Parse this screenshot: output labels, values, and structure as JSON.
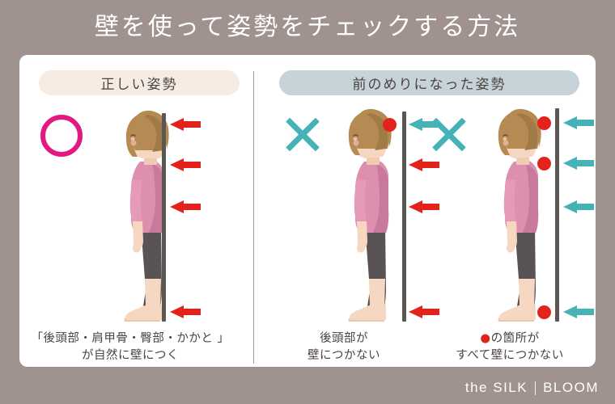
{
  "page": {
    "title": "壁を使って姿勢をチェックする方法",
    "background_color": "#a0928e",
    "card_color": "#ffffff"
  },
  "panels": {
    "left": {
      "header": "正しい姿勢",
      "header_color": "#f6ece3",
      "caption_line1": "「後頭部・肩甲骨・臀部・かかと 」",
      "caption_line2": "が自然に壁につく",
      "mark": "circle-ok",
      "mark_color": "#e2197f"
    },
    "right": {
      "header": "前のめりになった姿勢",
      "header_color": "#c6d3d9"
    }
  },
  "figures": [
    {
      "id": "figure-correct",
      "mark": "circle-ok",
      "arrow_color": "#e3221c",
      "arrow_count": 4,
      "dots": 0,
      "caption_line1": "「後頭部・肩甲骨・臀部・かかと 」",
      "caption_line2": "が自然に壁につく"
    },
    {
      "id": "figure-head-forward",
      "mark": "cross-ng",
      "mark_color": "#45b2b7",
      "caption_line1": "後頭部が",
      "caption_line2": "壁につかない",
      "dots": 1,
      "teal_arrows": 1,
      "red_arrows": 3
    },
    {
      "id": "figure-all-off-wall",
      "mark": "cross-ng",
      "mark_color": "#45b2b7",
      "caption_bullet": "●",
      "caption_line1": "の箇所が",
      "caption_line2": "すべて壁につかない",
      "dots": 3,
      "teal_arrows": 4,
      "red_arrows": 0
    }
  ],
  "colors": {
    "red": "#e3221c",
    "teal": "#45b2b7",
    "magenta": "#e2197f",
    "wall": "#5d5753",
    "skin": "#f6d8c2",
    "hair": "#b58a53",
    "top": "#e08fae",
    "top_shade": "#c97898",
    "pants": "#5a5356"
  },
  "logo": {
    "left": "the SILK",
    "right": "BLOOM"
  }
}
